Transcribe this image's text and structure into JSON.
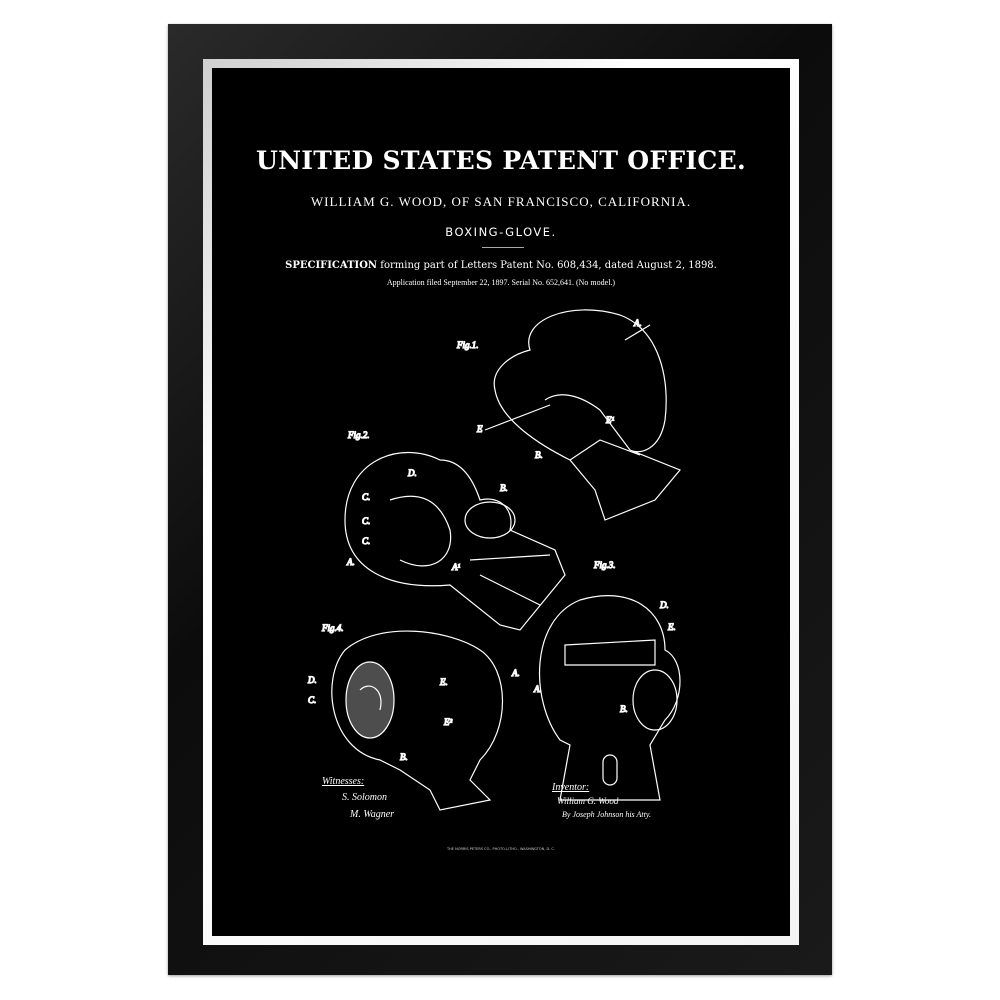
{
  "header": {
    "office": "UNITED STATES PATENT OFFICE.",
    "inventor_line": "WILLIAM G. WOOD, OF SAN FRANCISCO, CALIFORNIA.",
    "title": "BOXING-GLOVE.",
    "spec_bold": "SPECIFICATION",
    "spec_rest": " forming part of Letters Patent No. 608,434, dated August 2, 1898.",
    "application": "Application filed September 22, 1897.  Serial No. 652,641.  (No model.)"
  },
  "figures": {
    "fig1": "Fig.1.",
    "fig2": "Fig.2.",
    "fig3": "Fig.3.",
    "fig4": "Fig.4."
  },
  "signatures": {
    "witnesses_label": "Witnesses:",
    "witness1": "S. Solomon",
    "witness2": "M. Wagner",
    "inventor_label": "Inventor:",
    "inventor": "William G. Wood",
    "attorney": "By Joseph Johnson his Atty."
  },
  "printer": "THE NORRIS PETERS CO., PHOTO-LITHO., WASHINGTON, D. C.",
  "colors": {
    "frame": "#111111",
    "bevel": "#ffffff",
    "mat": "#000000",
    "ink": "#ffffff"
  }
}
